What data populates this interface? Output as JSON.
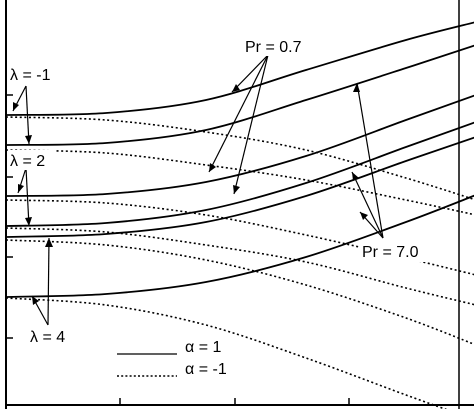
{
  "chart_data": {
    "type": "line",
    "title": "",
    "xlabel": "",
    "ylabel": "",
    "grid": false,
    "annotations": {
      "pr_low": "Pr = 0.7",
      "pr_high": "Pr = 7.0",
      "lambda_a": "λ = -1",
      "lambda_b": "λ = 2",
      "lambda_c": "λ = 4"
    },
    "legend": {
      "placement": "bottom-center",
      "entries": [
        {
          "label": "α = 1",
          "style": "solid"
        },
        {
          "label": "α = -1",
          "style": "dotted"
        }
      ]
    },
    "series": [
      {
        "style": "solid",
        "points": [
          [
            0,
            115
          ],
          [
            100,
            113
          ],
          [
            200,
            100
          ],
          [
            300,
            70
          ],
          [
            400,
            40
          ],
          [
            470,
            22
          ]
        ]
      },
      {
        "style": "solid",
        "points": [
          [
            0,
            145
          ],
          [
            100,
            143
          ],
          [
            200,
            130
          ],
          [
            300,
            100
          ],
          [
            400,
            68
          ],
          [
            470,
            45
          ]
        ]
      },
      {
        "style": "solid",
        "points": [
          [
            0,
            196
          ],
          [
            100,
            194
          ],
          [
            200,
            182
          ],
          [
            300,
            156
          ],
          [
            400,
            120
          ],
          [
            470,
            95
          ]
        ]
      },
      {
        "style": "solid",
        "points": [
          [
            0,
            226
          ],
          [
            100,
            223
          ],
          [
            200,
            210
          ],
          [
            300,
            183
          ],
          [
            400,
            147
          ],
          [
            470,
            122
          ]
        ]
      },
      {
        "style": "solid",
        "points": [
          [
            0,
            237
          ],
          [
            100,
            234
          ],
          [
            200,
            222
          ],
          [
            300,
            196
          ],
          [
            400,
            161
          ],
          [
            470,
            137
          ]
        ]
      },
      {
        "style": "solid",
        "points": [
          [
            0,
            297
          ],
          [
            100,
            294
          ],
          [
            200,
            282
          ],
          [
            300,
            257
          ],
          [
            400,
            222
          ],
          [
            470,
            195
          ]
        ]
      },
      {
        "style": "dotted",
        "points": [
          [
            0,
            117
          ],
          [
            100,
            120
          ],
          [
            200,
            132
          ],
          [
            300,
            150
          ],
          [
            400,
            178
          ],
          [
            470,
            200
          ]
        ]
      },
      {
        "style": "dotted",
        "points": [
          [
            0,
            150
          ],
          [
            100,
            153
          ],
          [
            200,
            165
          ],
          [
            300,
            180
          ],
          [
            400,
            200
          ],
          [
            470,
            215
          ]
        ]
      },
      {
        "style": "dotted",
        "points": [
          [
            0,
            200
          ],
          [
            100,
            203
          ],
          [
            200,
            215
          ],
          [
            300,
            235
          ],
          [
            400,
            258
          ],
          [
            470,
            275
          ]
        ]
      },
      {
        "style": "dotted",
        "points": [
          [
            0,
            228
          ],
          [
            100,
            232
          ],
          [
            200,
            245
          ],
          [
            300,
            262
          ],
          [
            400,
            288
          ],
          [
            470,
            305
          ]
        ]
      },
      {
        "style": "dotted",
        "points": [
          [
            0,
            240
          ],
          [
            100,
            245
          ],
          [
            200,
            260
          ],
          [
            300,
            285
          ],
          [
            400,
            318
          ],
          [
            470,
            345
          ]
        ]
      },
      {
        "style": "dotted",
        "points": [
          [
            0,
            298
          ],
          [
            100,
            305
          ],
          [
            200,
            325
          ],
          [
            300,
            358
          ],
          [
            400,
            395
          ],
          [
            470,
            420
          ]
        ]
      }
    ]
  }
}
